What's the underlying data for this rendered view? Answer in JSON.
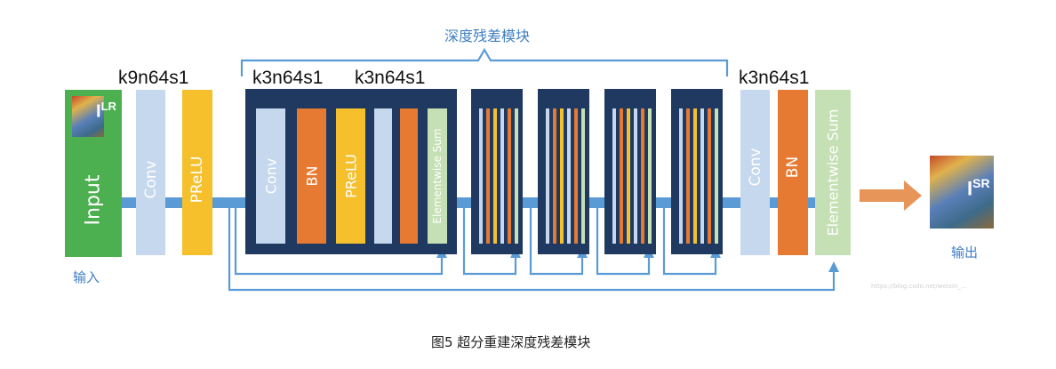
{
  "diagram": {
    "group_title": "深度残差模块",
    "input_caption": "输入",
    "output_caption": "输出",
    "figure_caption": "图5 超分重建深度残差模块",
    "watermark": "https://blog.csdn.net/weixin_...",
    "top_labels": {
      "first": "k9n64s1",
      "block_a": "k3n64s1",
      "block_b": "k3n64s1",
      "last": "k3n64s1"
    },
    "input_block": {
      "label": "Input",
      "image_tag": "I",
      "image_sup": "LR"
    },
    "output_image": {
      "tag": "I",
      "sup": "SR"
    },
    "layers": {
      "conv": "Conv",
      "prelu": "PReLU",
      "bn": "BN",
      "sum": "Elementwise Sum"
    },
    "colors": {
      "green": "#4caf50",
      "light_blue": "#c5d8ee",
      "yellow": "#f5c02c",
      "orange": "#e67a32",
      "navy": "#1f3960",
      "light_green": "#c5e0b4",
      "connector": "#5b9bd5",
      "arrow": "#e8955a"
    },
    "icons": [
      "input-thumbnail-icon",
      "output-thumbnail-icon",
      "output-arrow-icon"
    ]
  }
}
